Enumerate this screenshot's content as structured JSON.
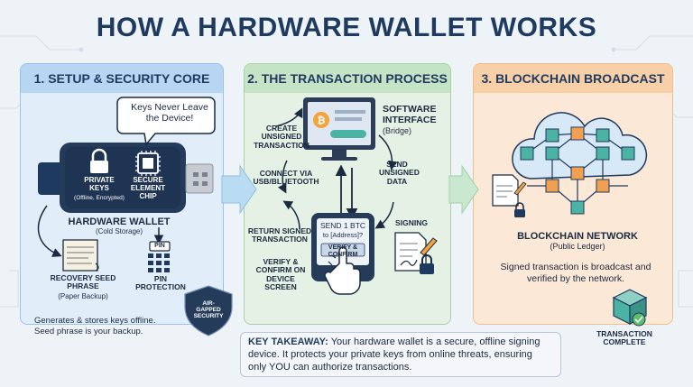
{
  "title": "HOW A HARDWARE WALLET WORKS",
  "panels": [
    {
      "heading": "1. SETUP & SECURITY CORE"
    },
    {
      "heading": "2. THE TRANSACTION PROCESS"
    },
    {
      "heading": "3. BLOCKCHAIN BROADCAST"
    }
  ],
  "setup": {
    "speech_bubble": "Keys Never Leave the Device!",
    "private_keys": "PRIVATE KEYS",
    "private_keys_sub": "(Offline, Encrypted)",
    "secure_chip": "SECURE ELEMENT CHIP",
    "wallet_title": "HARDWARE WALLET",
    "wallet_sub": "(Cold Storage)",
    "seed_title": "RECOVERY SEED PHRASE",
    "seed_sub": "(Paper Backup)",
    "pin_tag": "PIN",
    "pin_title": "PIN PROTECTION",
    "footer": "Generates & stores keys offline. Seed phrase is your backup.",
    "shield": "AIR-GAPPED SECURITY"
  },
  "transaction": {
    "software_title": "SOFTWARE INTERFACE",
    "software_sub": "(Bridge)",
    "create": "CREATE UNSIGNED TRANSACTION",
    "connect": "CONNECT VIA USB/BLUETOOTH",
    "send": "SEND UNSIGNED DATA",
    "signing": "SIGNING",
    "return_signed": "RETURN SIGNED TRANSACTION",
    "verify": "VERIFY & CONFIRM ON DEVICE SCREEN",
    "device_line1": "SEND 1 BTC",
    "device_line2": "to [Address]?",
    "device_button": "VERIFY & CONFIRM"
  },
  "broadcast": {
    "network_title": "BLOCKCHAIN NETWORK",
    "network_sub": "(Public Ledger)",
    "description": "Signed transaction is broadcast and verified by the network.",
    "complete": "TRANSACTION COMPLETE"
  },
  "takeaway": {
    "label": "KEY TAKEAWAY:",
    "text": "Your hardware wallet is a secure, offline signing device. It protects your private keys from online threats, ensuring only YOU can authorize transactions."
  },
  "colors": {
    "navy": "#1f3a5f",
    "bitcoin": "#f2a33a",
    "cube_teal": "#4bb3a4",
    "cube_orange": "#f0a050",
    "cloud": "#cfe3f4"
  }
}
